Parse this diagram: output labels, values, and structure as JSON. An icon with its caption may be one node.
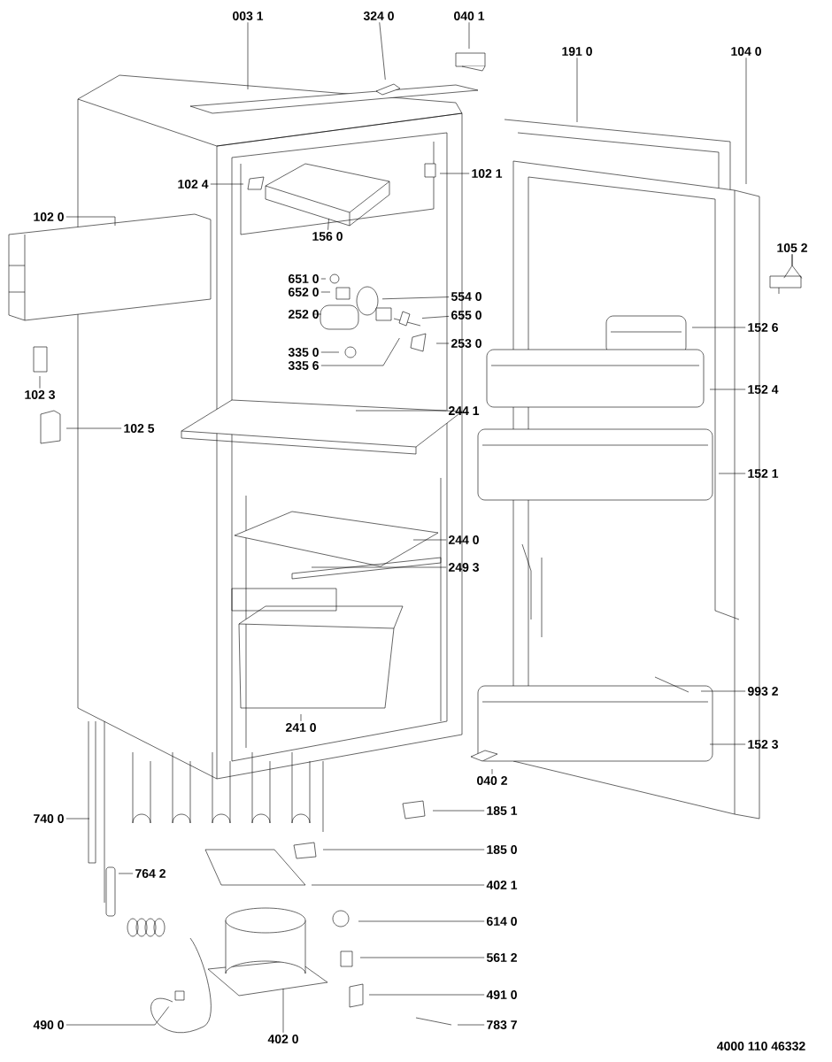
{
  "diagram": {
    "nodes": [
      {
        "text": [
          "003 1"
        ]
      },
      {
        "text": [
          "324 0"
        ]
      },
      {
        "text": [
          "040 1"
        ]
      },
      {
        "text": [
          "191 0"
        ]
      },
      {
        "text": [
          "104 0"
        ]
      },
      {
        "text": [
          "102 4"
        ]
      },
      {
        "text": [
          "102 1"
        ]
      },
      {
        "text": [
          "102 0"
        ]
      },
      {
        "text": [
          "156 0"
        ]
      },
      {
        "text": [
          "105 2"
        ]
      },
      {
        "text": [
          "651 0"
        ]
      },
      {
        "text": [
          "652 0"
        ]
      },
      {
        "text": [
          "554 0"
        ]
      },
      {
        "text": [
          "252 0"
        ]
      },
      {
        "text": [
          "655 0"
        ]
      },
      {
        "text": [
          "335 0"
        ]
      },
      {
        "text": [
          "253 0"
        ]
      },
      {
        "text": [
          "335 6"
        ]
      },
      {
        "text": [
          "152 6"
        ]
      },
      {
        "text": [
          "102 3"
        ]
      },
      {
        "text": [
          "152 4"
        ]
      },
      {
        "text": [
          "102 5"
        ]
      },
      {
        "text": [
          "244 1"
        ]
      },
      {
        "text": [
          "152 1"
        ]
      },
      {
        "text": [
          "244 0"
        ]
      },
      {
        "text": [
          "249 3"
        ]
      },
      {
        "text": [
          "993 2"
        ]
      },
      {
        "text": [
          "241 0"
        ]
      },
      {
        "text": [
          "152 3"
        ]
      },
      {
        "text": [
          "040 2"
        ]
      },
      {
        "text": [
          "185 1"
        ]
      },
      {
        "text": [
          "740 0"
        ]
      },
      {
        "text": [
          "185 0"
        ]
      },
      {
        "text": [
          "764 2"
        ]
      },
      {
        "text": [
          "402 1"
        ]
      },
      {
        "text": [
          "614 0"
        ]
      },
      {
        "text": [
          "561 2"
        ]
      },
      {
        "text": [
          "491 0"
        ]
      },
      {
        "text": [
          "490 0"
        ]
      },
      {
        "text": [
          "402 0"
        ]
      },
      {
        "text": [
          "783 7"
        ]
      }
    ],
    "edges": [
      {
        "from": 0,
        "to": null,
        "arrow": "none"
      },
      {
        "from": 1,
        "to": null,
        "arrow": "none"
      },
      {
        "from": 2,
        "to": null,
        "arrow": "none"
      },
      {
        "from": 3,
        "to": null,
        "arrow": "none"
      },
      {
        "from": 4,
        "to": null,
        "arrow": "none"
      },
      {
        "from": 5,
        "to": null,
        "arrow": "none"
      },
      {
        "from": 6,
        "to": null,
        "arrow": "none"
      },
      {
        "from": 7,
        "to": null,
        "arrow": "none"
      },
      {
        "from": 8,
        "to": null,
        "arrow": "none"
      },
      {
        "from": 9,
        "to": null,
        "arrow": "none"
      },
      {
        "from": 9,
        "to": null,
        "arrow": "none"
      },
      {
        "from": 10,
        "to": null,
        "arrow": "none"
      },
      {
        "from": 11,
        "to": null,
        "arrow": "none"
      },
      {
        "from": 12,
        "to": null,
        "arrow": "none"
      },
      {
        "from": 13,
        "to": null,
        "arrow": "none"
      },
      {
        "from": 14,
        "to": null,
        "arrow": "none"
      },
      {
        "from": 15,
        "to": null,
        "arrow": "none"
      },
      {
        "from": 16,
        "to": null,
        "arrow": "none"
      },
      {
        "from": 17,
        "to": null,
        "arrow": "none"
      },
      {
        "from": 18,
        "to": null,
        "arrow": "none"
      },
      {
        "from": 19,
        "to": null,
        "arrow": "none"
      },
      {
        "from": 20,
        "to": null,
        "arrow": "none"
      },
      {
        "from": 21,
        "to": null,
        "arrow": "none"
      },
      {
        "from": 22,
        "to": null,
        "arrow": "none"
      },
      {
        "from": 23,
        "to": null,
        "arrow": "none"
      },
      {
        "from": 24,
        "to": null,
        "arrow": "none"
      },
      {
        "from": 25,
        "to": null,
        "arrow": "none"
      },
      {
        "from": 26,
        "to": null,
        "arrow": "none"
      },
      {
        "from": 27,
        "to": null,
        "arrow": "none"
      },
      {
        "from": 28,
        "to": null,
        "arrow": "none"
      },
      {
        "from": 29,
        "to": null,
        "arrow": "none"
      },
      {
        "from": 30,
        "to": null,
        "arrow": "none"
      },
      {
        "from": 31,
        "to": null,
        "arrow": "none"
      },
      {
        "from": 32,
        "to": null,
        "arrow": "none"
      },
      {
        "from": 33,
        "to": null,
        "arrow": "none"
      },
      {
        "from": 34,
        "to": null,
        "arrow": "none"
      },
      {
        "from": 35,
        "to": null,
        "arrow": "none"
      },
      {
        "from": 36,
        "to": null,
        "arrow": "none"
      },
      {
        "from": 37,
        "to": null,
        "arrow": "none"
      },
      {
        "from": 38,
        "to": null,
        "arrow": "none"
      },
      {
        "from": 39,
        "to": null,
        "arrow": "none"
      },
      {
        "from": 40,
        "to": null,
        "arrow": "none"
      }
    ],
    "labels": [
      "4000 110 46332"
    ]
  }
}
